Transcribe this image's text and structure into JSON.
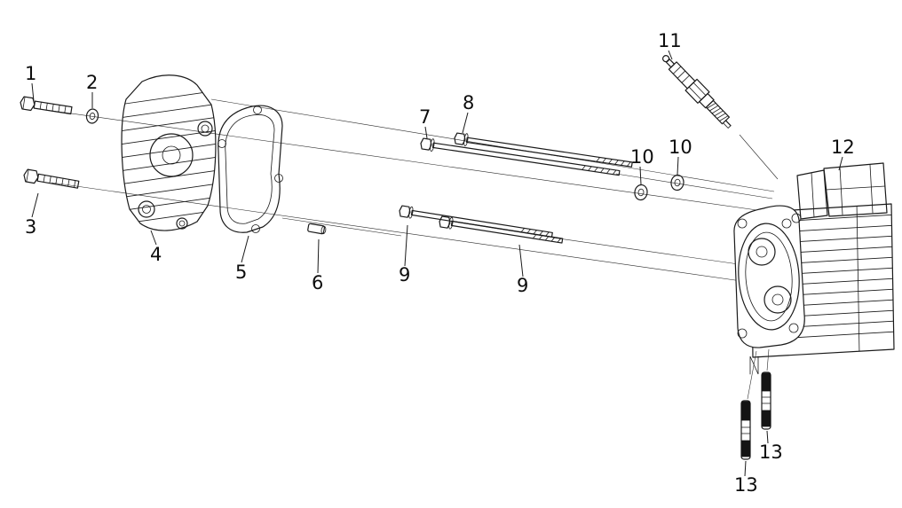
{
  "diagram": {
    "kind": "exploded-parts-diagram",
    "background_color": "#ffffff",
    "ink_color": "#1a1a1a",
    "callouts": [
      {
        "label": "1",
        "part": "flange-bolt"
      },
      {
        "label": "2",
        "part": "washer"
      },
      {
        "label": "3",
        "part": "flange-bolt"
      },
      {
        "label": "4",
        "part": "cylinder-head-cover"
      },
      {
        "label": "5",
        "part": "cover-gasket"
      },
      {
        "label": "6",
        "part": "dowel-pin"
      },
      {
        "label": "7",
        "part": "long-stud"
      },
      {
        "label": "8",
        "part": "long-stud"
      },
      {
        "label": "9",
        "part": "stud"
      },
      {
        "label": "9",
        "part": "stud"
      },
      {
        "label": "10",
        "part": "washer-nut"
      },
      {
        "label": "10",
        "part": "washer-nut"
      },
      {
        "label": "11",
        "part": "spark-plug"
      },
      {
        "label": "12",
        "part": "cylinder-head"
      },
      {
        "label": "13",
        "part": "short-stud"
      },
      {
        "label": "13",
        "part": "short-stud"
      }
    ]
  }
}
